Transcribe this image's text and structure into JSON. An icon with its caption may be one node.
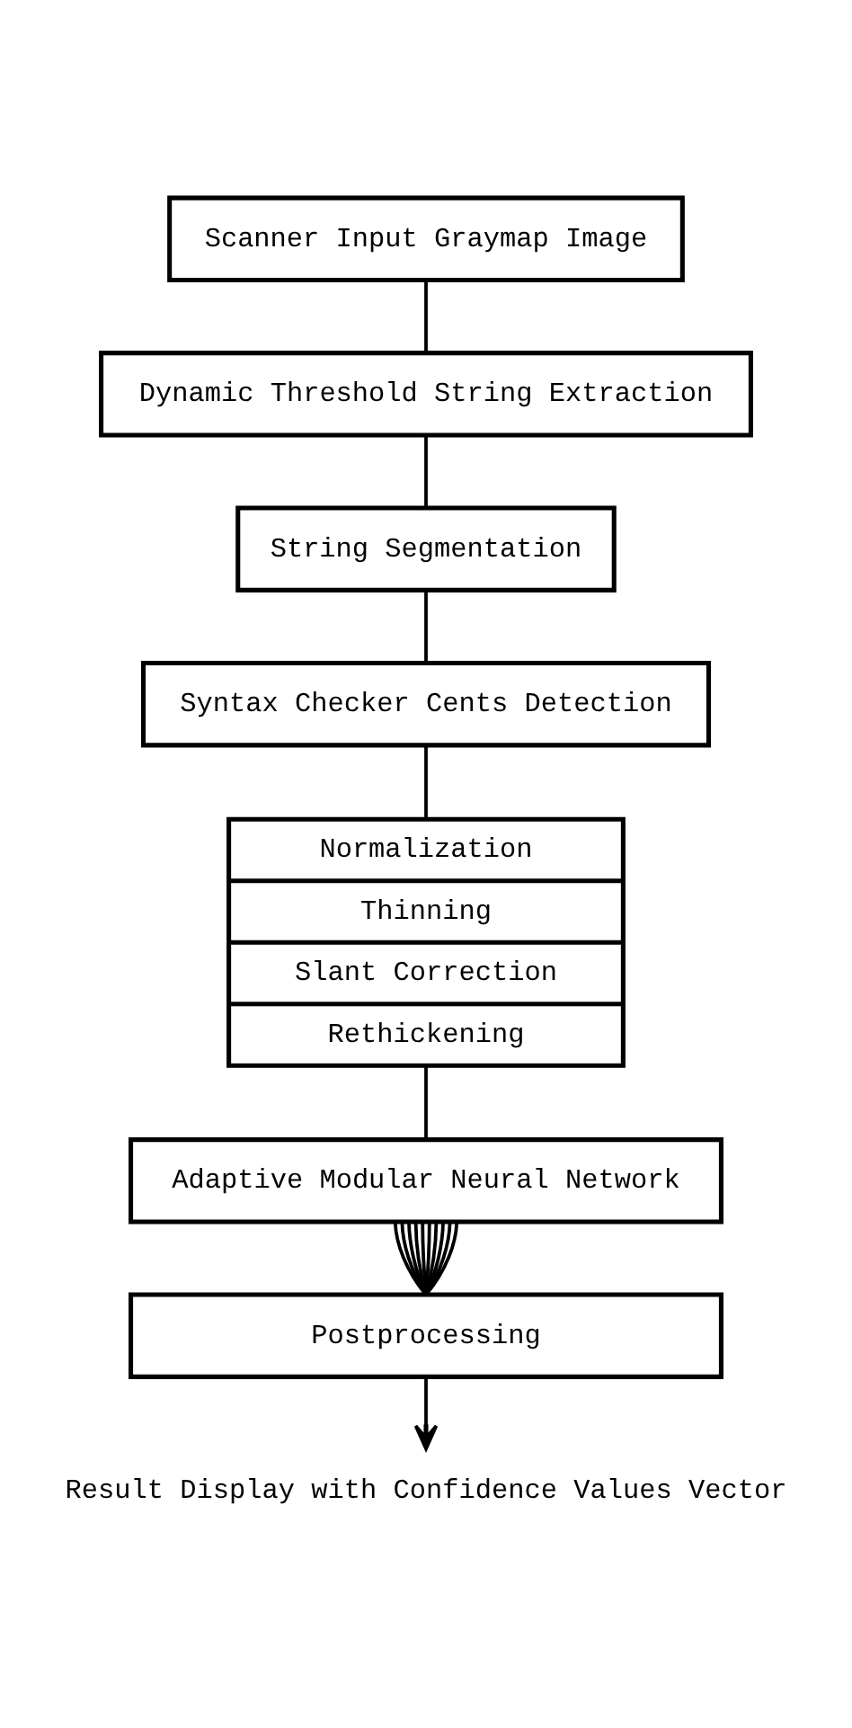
{
  "diagram": {
    "nodes": [
      {
        "text": [
          "Scanner Input Graymap Image"
        ]
      },
      {
        "text": [
          "Dynamic Threshold String Extraction"
        ]
      },
      {
        "text": [
          "String Segmentation"
        ]
      },
      {
        "text": [
          "Syntax Checker Cents Detection"
        ]
      },
      {
        "text": [
          "Normalization",
          "Thinning",
          "Slant Correction",
          "Rethickening"
        ]
      },
      {
        "text": [
          "Adaptive Modular Neural Network"
        ]
      },
      {
        "text": [
          "Postprocessing"
        ]
      },
      {
        "text": [
          "Result Display with Confidence Values Vector"
        ]
      }
    ],
    "edges": [
      {
        "from": 0,
        "to": 1,
        "arrow": "none"
      },
      {
        "from": 1,
        "to": 2,
        "arrow": "none"
      },
      {
        "from": 2,
        "to": 3,
        "arrow": "none"
      },
      {
        "from": 3,
        "to": 4,
        "arrow": "none"
      },
      {
        "from": 4,
        "to": 5,
        "arrow": "none"
      },
      {
        "from": 5,
        "to": 6,
        "arrow": "none"
      },
      {
        "from": 5,
        "to": 6,
        "arrow": "none"
      },
      {
        "from": 5,
        "to": 6,
        "arrow": "none"
      },
      {
        "from": 5,
        "to": 6,
        "arrow": "none"
      },
      {
        "from": 5,
        "to": 6,
        "arrow": "none"
      },
      {
        "from": 5,
        "to": 6,
        "arrow": "none"
      },
      {
        "from": 5,
        "to": 6,
        "arrow": "none"
      },
      {
        "from": 5,
        "to": 6,
        "arrow": "none"
      },
      {
        "from": 5,
        "to": 6,
        "arrow": "none"
      },
      {
        "from": 5,
        "to": 6,
        "arrow": "none"
      },
      {
        "from": 6,
        "to": 7,
        "arrow": "to"
      }
    ]
  }
}
